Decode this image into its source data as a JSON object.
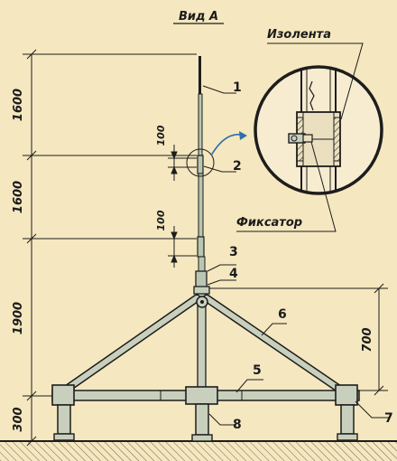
{
  "view": {
    "title": "Вид А"
  },
  "callouts": {
    "tape": "Изолента",
    "lock": "Фиксатор"
  },
  "parts": {
    "p1": "1",
    "p2": "2",
    "p3": "3",
    "p4": "4",
    "p5": "5",
    "p6": "6",
    "p7": "7",
    "p8": "8"
  },
  "dimensions": {
    "seg_top": "1600",
    "seg_mid": "1600",
    "seg_low": "1900",
    "base": "300",
    "joint_upper": "100",
    "joint_lower": "100",
    "strut_height": "700"
  },
  "colors": {
    "paper": "#f5e7bf",
    "ink": "#1d1d1d",
    "pole_fill": "#b9c7b2",
    "ground": "#8a7e66",
    "arrow_blue": "#2f6fa8"
  }
}
